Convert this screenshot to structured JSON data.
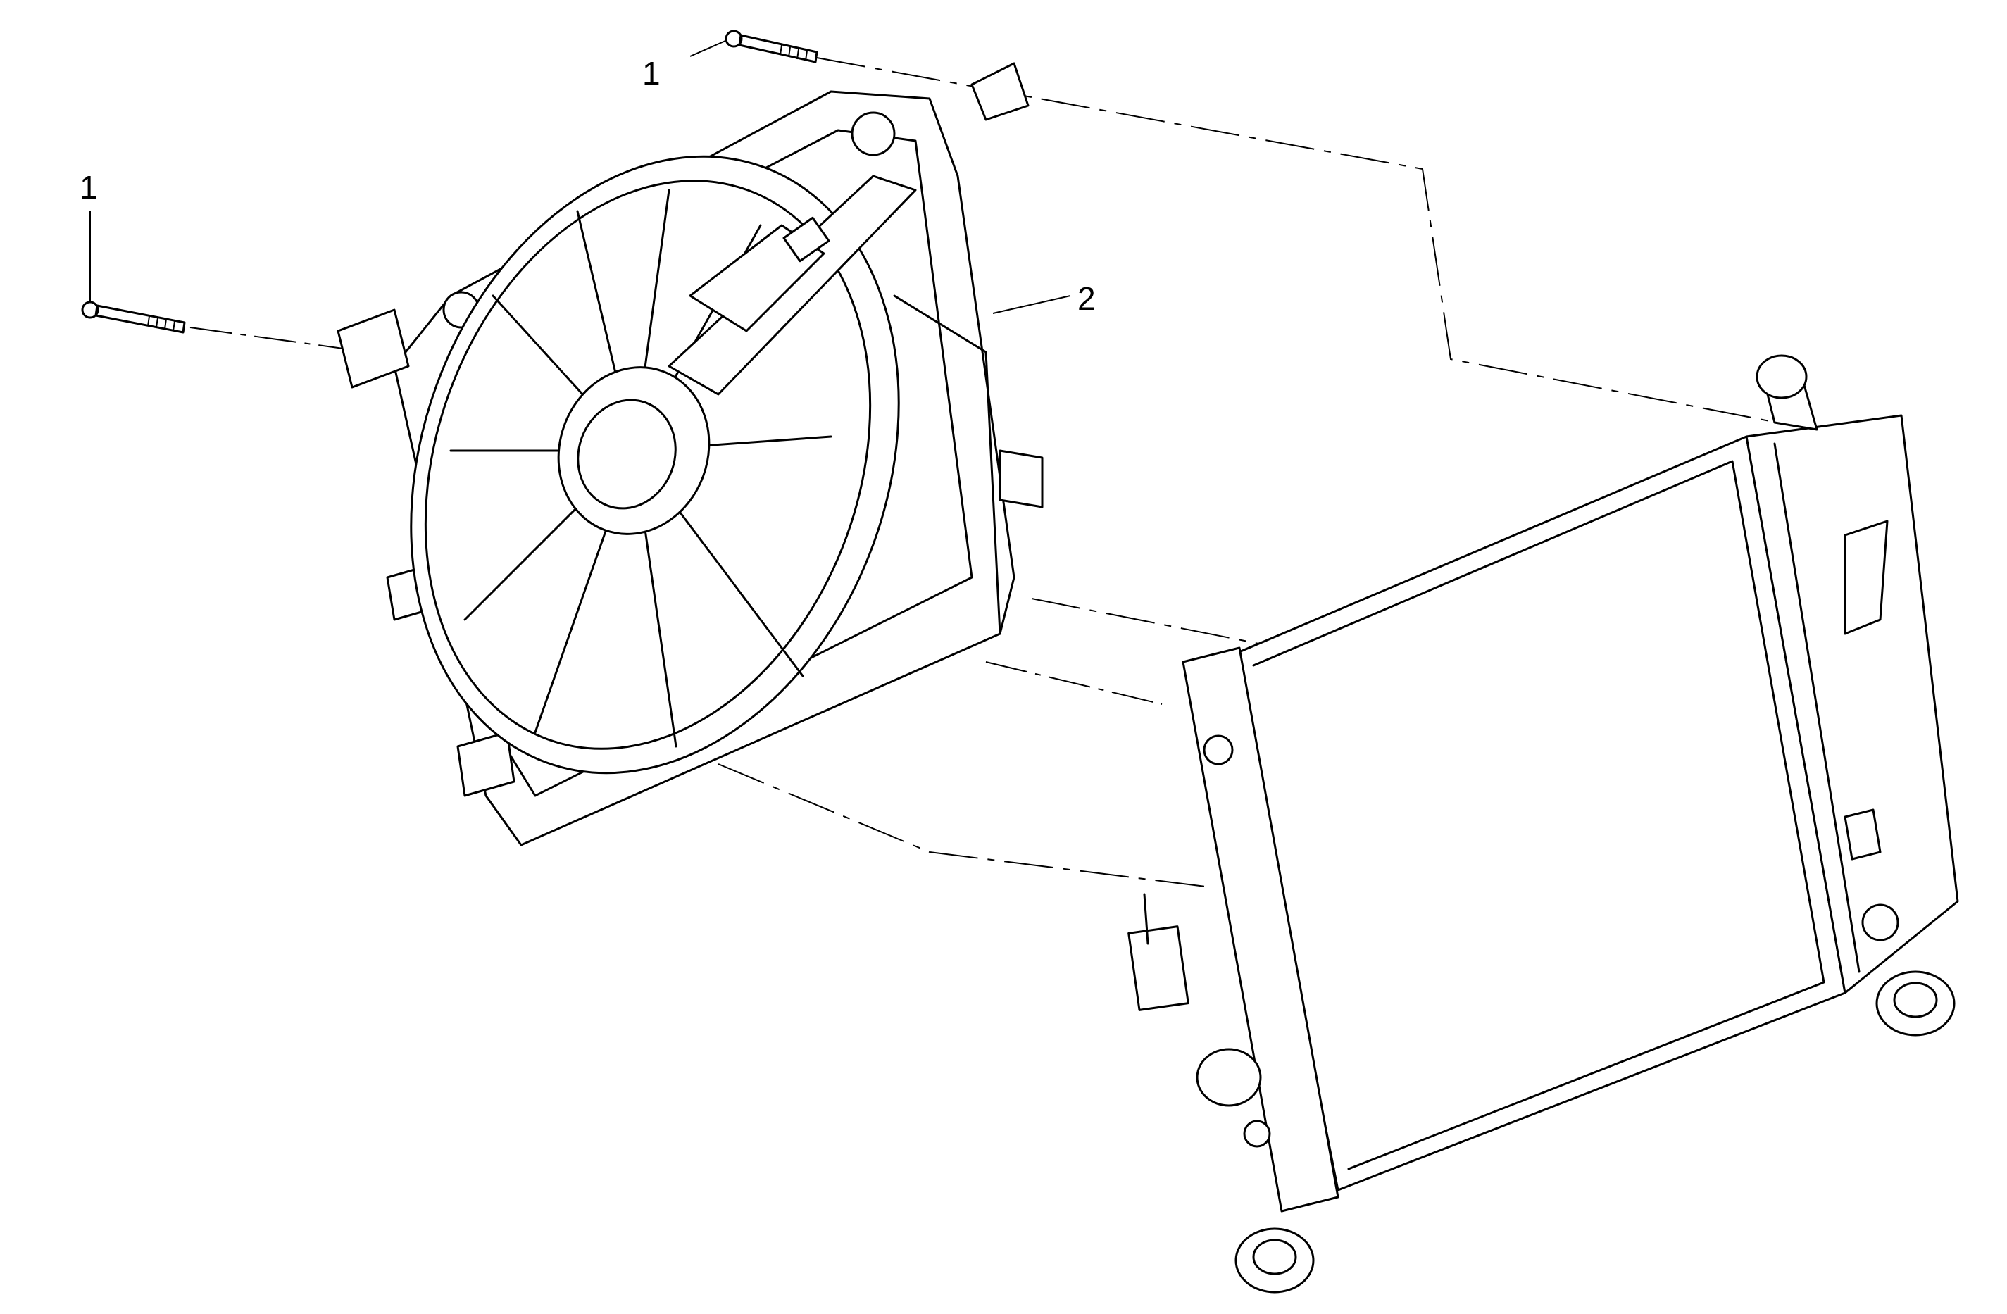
{
  "callouts": [
    {
      "id": "bolt-upper",
      "label": "1"
    },
    {
      "id": "bolt-left",
      "label": "1"
    },
    {
      "id": "fan-shroud",
      "label": "2"
    }
  ],
  "icons": [
    "bolt-icon",
    "fan-shroud-icon",
    "radiator-icon"
  ],
  "colors": {
    "line": "#000000",
    "background": "#ffffff"
  }
}
